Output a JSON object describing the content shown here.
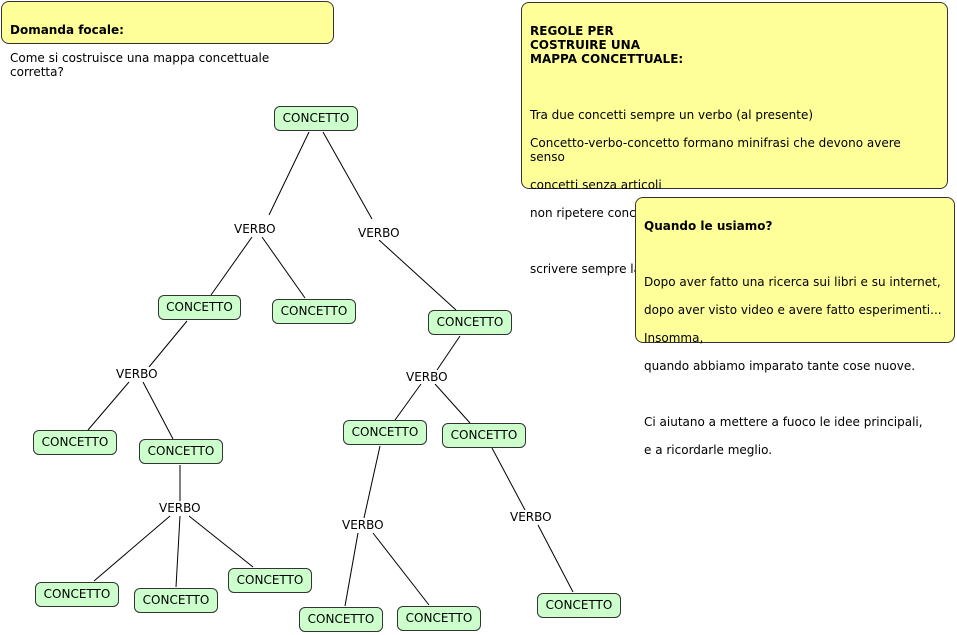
{
  "focal_note": {
    "title": "Domanda focale:",
    "text": "Come si costruisce una mappa concettuale corretta?"
  },
  "rules_note": {
    "title": "REGOLE PER\nCOSTRUIRE UNA\nMAPPA CONCETTUALE:",
    "lines": [
      "Tra due concetti sempre un verbo (al presente)",
      "Concetto-verbo-concetto formano minifrasi che devono avere senso",
      "concetti senza articoli",
      "non ripetere concetti (usare quello che già c'è tirando frecce)",
      "",
      "scrivere sempre la domanda focale"
    ]
  },
  "usage_note": {
    "title": "Quando le usiamo?",
    "lines": [
      "Dopo aver fatto una ricerca sui libri e su internet,",
      "dopo aver visto video e avere fatto esperimenti...",
      "Insomma,",
      "quando abbiamo imparato tante cose nuove.",
      "",
      "Ci aiutano a mettere a fuoco le idee principali,",
      "e a ricordarle meglio."
    ]
  },
  "concept_label": "CONCETTO",
  "verb_label": "VERBO",
  "colors": {
    "note_fill": "#ffff99",
    "concept_fill": "#ccffcc",
    "border": "#333333",
    "line": "#000000"
  }
}
